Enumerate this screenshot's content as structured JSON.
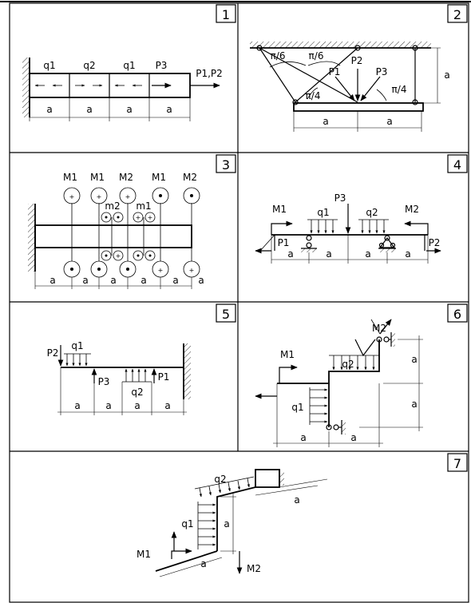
{
  "problems": [
    {
      "number": "1",
      "labels": [
        "q1",
        "q2",
        "q1",
        "P3",
        "P1,P2",
        "a",
        "a",
        "a",
        "a"
      ]
    },
    {
      "number": "2",
      "labels": [
        "π/6",
        "π/6",
        "P2",
        "P1",
        "P3",
        "π/4",
        "π/4",
        "a",
        "a",
        "a"
      ]
    },
    {
      "number": "3",
      "labels": [
        "M1",
        "M1",
        "M2",
        "M1",
        "M2",
        "m2",
        "m1",
        "a",
        "a",
        "a",
        "a",
        "a",
        "a"
      ]
    },
    {
      "number": "4",
      "labels": [
        "M1",
        "q1",
        "P3",
        "q2",
        "M2",
        "P1",
        "P2",
        "a",
        "a",
        "a",
        "a"
      ]
    },
    {
      "number": "5",
      "labels": [
        "q1",
        "P2",
        "P3",
        "q2",
        "P1",
        "a",
        "a",
        "a",
        "a"
      ]
    },
    {
      "number": "6",
      "labels": [
        "M2",
        "M1",
        "q2",
        "q1",
        "a",
        "a",
        "a",
        "a"
      ]
    },
    {
      "number": "7",
      "labels": [
        "q2",
        "a",
        "q1",
        "a",
        "M1",
        "a",
        "M2"
      ]
    }
  ]
}
